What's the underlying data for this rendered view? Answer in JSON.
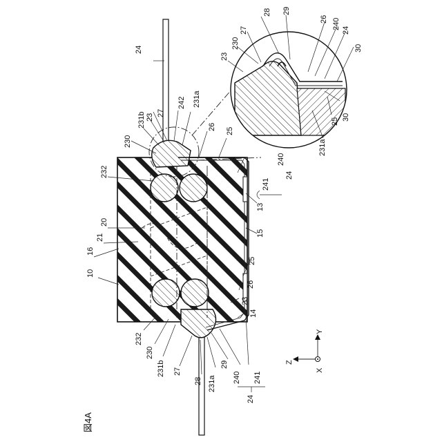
{
  "figure": {
    "caption": "図4A",
    "axes": {
      "z": "Z",
      "y": "Y",
      "x": "X"
    },
    "labels": {
      "n10": "10",
      "n16": "16",
      "n21": "21",
      "n20": "20",
      "n232_top": "232",
      "n230_top": "230",
      "n231b_top": "231b",
      "n23_top": "23",
      "n27_top": "27",
      "n242": "242",
      "n231a_top": "231a",
      "n24_top": "24",
      "n26_top": "26",
      "n25_top": "25",
      "n240_top": "240",
      "n241_top": "241",
      "n24_brace_top": "24",
      "n13": "13",
      "n15": "15",
      "n25_bot": "25",
      "n26_bot": "26",
      "n23_bot": "23",
      "n14": "14",
      "n232_bot": "232",
      "n230_bot": "230",
      "n231b_bot": "231b",
      "n27_bot": "27",
      "n28_bot": "28",
      "n231a_bot": "231a",
      "n29_bot": "29",
      "n240_bot": "240",
      "n241_bot": "241",
      "n24_brace_bot": "24",
      "d27": "27",
      "d230": "230",
      "d23": "23",
      "d28": "28",
      "d29": "29",
      "d26": "26",
      "d240": "240",
      "d24": "24",
      "d30a": "30",
      "d30b": "30",
      "d25": "25",
      "d231a": "231a"
    }
  }
}
